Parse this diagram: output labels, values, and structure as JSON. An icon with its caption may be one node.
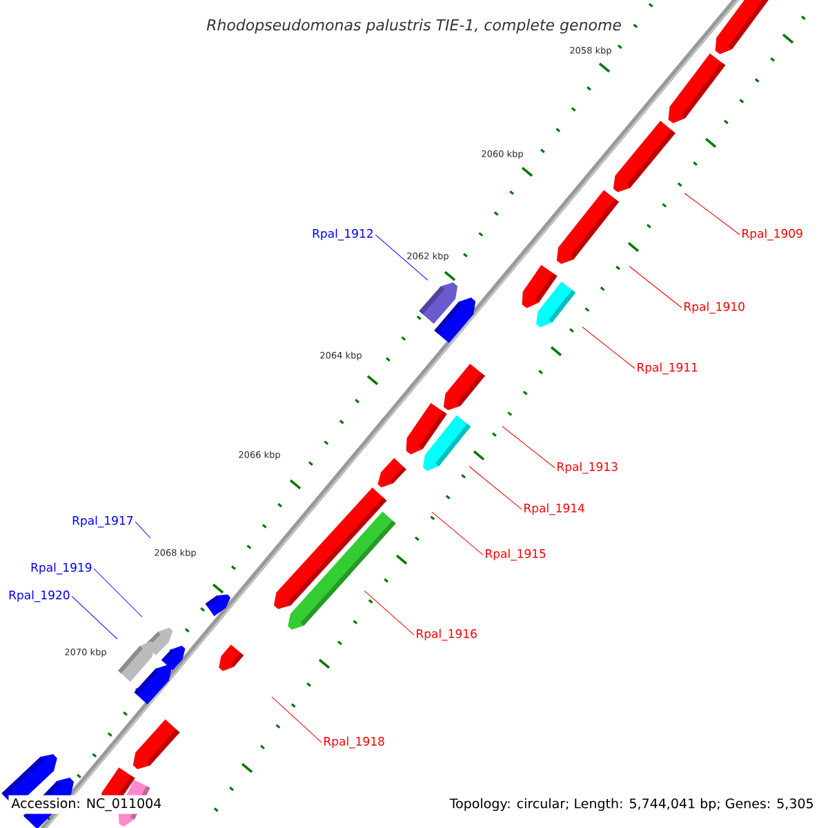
{
  "diagram": {
    "title": "Rhodopseudomonas palustris TIE-1, complete genome",
    "nodes": [
      {
        "text": [
          "Rpal_1909"
        ]
      },
      {
        "text": [
          "Rpal_1910"
        ]
      },
      {
        "text": [
          "Rpal_1911"
        ]
      },
      {
        "text": [
          "Rpal_1912"
        ]
      },
      {
        "text": [
          "Rpal_1913"
        ]
      },
      {
        "text": [
          "Rpal_1914"
        ]
      },
      {
        "text": [
          "Rpal_1915"
        ]
      },
      {
        "text": [
          "Rpal_1916"
        ]
      },
      {
        "text": [
          "Rpal_1917"
        ]
      },
      {
        "text": [
          "Rpal_1918"
        ]
      },
      {
        "text": [
          "Rpal_1919"
        ]
      },
      {
        "text": [
          "Rpal_1920"
        ]
      }
    ],
    "edges": [
      {
        "from": 0,
        "to": null,
        "arrow": "none"
      },
      {
        "from": 1,
        "to": null,
        "arrow": "none"
      },
      {
        "from": 2,
        "to": null,
        "arrow": "none"
      },
      {
        "from": 3,
        "to": null,
        "arrow": "none",
        "color": "#0000ff"
      },
      {
        "from": 4,
        "to": null,
        "arrow": "none"
      },
      {
        "from": 5,
        "to": null,
        "arrow": "none"
      },
      {
        "from": 6,
        "to": null,
        "arrow": "none"
      },
      {
        "from": 7,
        "to": null,
        "arrow": "none"
      },
      {
        "from": 8,
        "to": null,
        "arrow": "none",
        "color": "#0000ff"
      },
      {
        "from": 9,
        "to": null,
        "arrow": "none"
      },
      {
        "from": 10,
        "to": null,
        "arrow": "none",
        "color": "#0000ff"
      },
      {
        "from": 11,
        "to": null,
        "arrow": "none",
        "color": "#0000ff"
      }
    ],
    "labels": [
      "2058 kbp",
      "2060 kbp",
      "2062 kbp",
      "2064 kbp",
      "2066 kbp",
      "2068 kbp",
      "2070 kbp",
      "Accession: NC_011004",
      "Topology: circular; Length: 5,744,041 bp; Genes: 5,305"
    ]
  }
}
